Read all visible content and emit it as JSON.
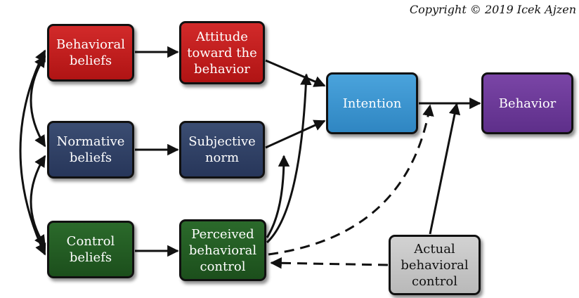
{
  "copyright": "Copyright © 2019 Icek Ajzen",
  "nodes": {
    "behavioral_beliefs": "Behavioral\nbeliefs",
    "attitude": "Attitude\ntoward the\nbehavior",
    "normative_beliefs": "Normative\nbeliefs",
    "subjective_norm": "Subjective\nnorm",
    "control_beliefs": "Control\nbeliefs",
    "perceived_control": "Perceived\nbehavioral\ncontrol",
    "intention": "Intention",
    "behavior": "Behavior",
    "actual_control": "Actual\nbehavioral\ncontrol"
  },
  "colors": {
    "beliefs_row1": "#c21f1f",
    "beliefs_row2": "#2f4066",
    "beliefs_row3": "#225e22",
    "intention": "#3a95d0",
    "behavior": "#6b3a97",
    "actual_control": "#c6c6c6"
  }
}
